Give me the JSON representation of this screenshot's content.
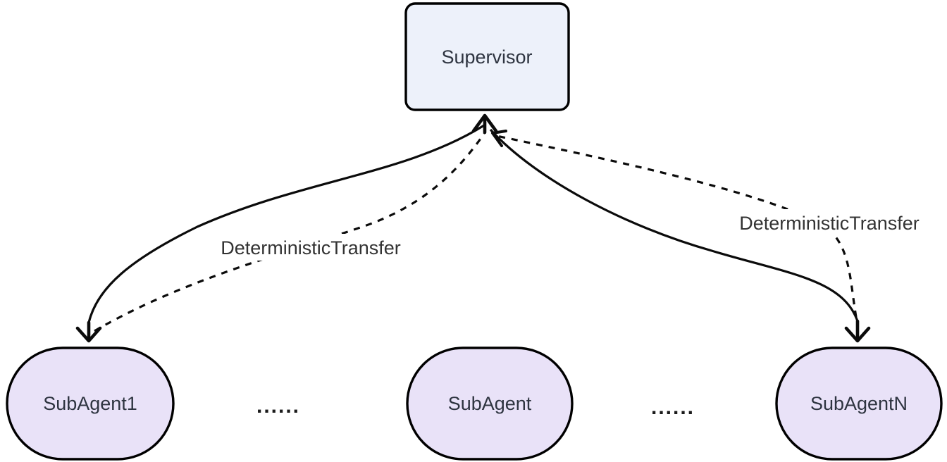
{
  "diagram": {
    "type": "flowchart",
    "background": "#ffffff",
    "edge_color": "#0b0b0b",
    "text_color": "#2e3440",
    "nodes": {
      "supervisor": {
        "label": "Supervisor",
        "fill": "#edf1fa",
        "stroke": "#000000",
        "shape": "rounded-rect"
      },
      "subagent1": {
        "label": "SubAgent1",
        "fill": "#e9e2f8",
        "stroke": "#000000",
        "shape": "stadium"
      },
      "subagent_middle": {
        "label": "SubAgent",
        "fill": "#e9e2f8",
        "stroke": "#000000",
        "shape": "stadium"
      },
      "subagent_n": {
        "label": "SubAgentN",
        "fill": "#e9e2f8",
        "stroke": "#000000",
        "shape": "stadium"
      }
    },
    "ellipsis": {
      "left": "......",
      "right": "......"
    },
    "edge_labels": {
      "left": "DeterministicTransfer",
      "right": "DeterministicTransfer"
    },
    "edges": [
      {
        "from": "Supervisor",
        "to": "SubAgent1",
        "style": "solid",
        "label": ""
      },
      {
        "from": "SubAgent1",
        "to": "Supervisor",
        "style": "dashed",
        "label": "DeterministicTransfer"
      },
      {
        "from": "Supervisor",
        "to": "SubAgentN",
        "style": "solid",
        "label": ""
      },
      {
        "from": "SubAgentN",
        "to": "Supervisor",
        "style": "dashed",
        "label": "DeterministicTransfer"
      }
    ]
  }
}
